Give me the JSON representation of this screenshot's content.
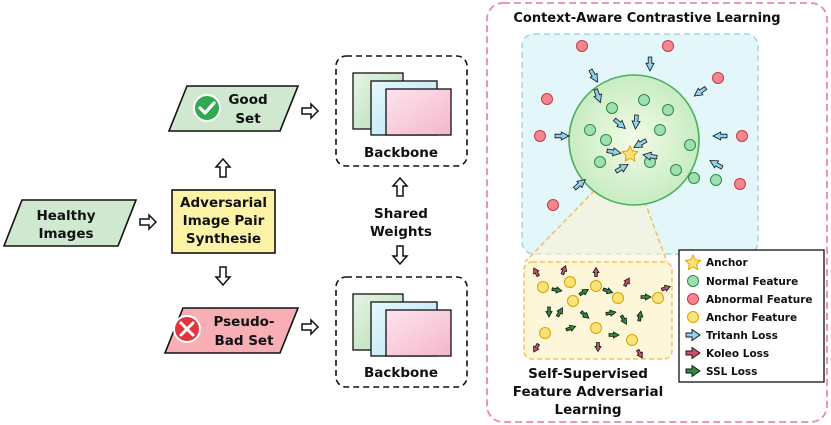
{
  "colors": {
    "green_fill": "#cfe8cf",
    "red_fill": "#f7aeb4",
    "yellow_fill": "#fdf3a7",
    "pink_border": "#e88ca5",
    "region_fill": "#e3f6fa",
    "normal_feature": "#9fe0b0",
    "abnormal_feature": "#f5868f",
    "anchor_feature": "#fce27a",
    "tritanh_loss": "#8fd2ec",
    "koleo_loss": "#d0506f",
    "ssl_loss": "#2f8a45"
  },
  "icons": {
    "good": "check-circle-icon",
    "bad": "x-circle-icon",
    "anchor": "star-icon"
  },
  "inputs": {
    "healthy_images": [
      "Healthy",
      "Images"
    ]
  },
  "synthesis": {
    "label": [
      "Adversarial",
      "Image Pair",
      "Synthesie"
    ]
  },
  "sets": {
    "good": [
      "Good",
      "Set"
    ],
    "bad": [
      "Pseudo-",
      "Bad Set"
    ]
  },
  "backbones": {
    "top": "Backbone",
    "bottom": "Backbone",
    "shared": [
      "Shared",
      "Weights"
    ]
  },
  "context_panel": {
    "title": "Context-Aware Contrastive Learning"
  },
  "ssl_panel": {
    "title": [
      "Self-Supervised",
      "Feature Adversarial",
      "Learning"
    ]
  },
  "legend": {
    "items": [
      {
        "label": "Anchor",
        "icon": "star-icon"
      },
      {
        "label": "Normal Feature",
        "icon": "normal-feature-icon"
      },
      {
        "label": "Abnormal Feature",
        "icon": "abnormal-feature-icon"
      },
      {
        "label": "Anchor Feature",
        "icon": "anchor-feature-icon"
      },
      {
        "label": "Tritanh Loss",
        "icon": "tritanh-loss-arrow-icon"
      },
      {
        "label": "Koleo Loss",
        "icon": "koleo-loss-arrow-icon"
      },
      {
        "label": "SSL Loss",
        "icon": "ssl-loss-arrow-icon"
      }
    ]
  }
}
